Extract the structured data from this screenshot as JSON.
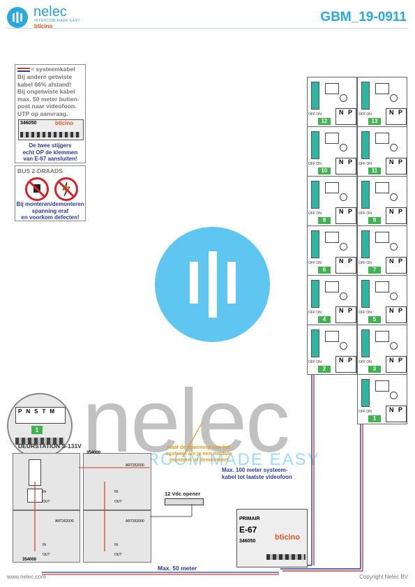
{
  "header": {
    "brand": "nelec",
    "tagline": "INTERCOM MADE EASY",
    "partner": "bticino",
    "doc_number": "GBM_19-0911"
  },
  "notes": {
    "cable_legend": "= systeemkabel",
    "cable_lines": [
      "Bij andere getwiste",
      "kabel 66% afstand!",
      "Bij ongetwiste kabel",
      "max. 50 meter buiten-",
      "post naar videofoon.",
      "UTP op aanvraag."
    ],
    "module_code": "346050",
    "module_brand": "bticino",
    "riser_lines": [
      "De twee stijgers",
      "echt OP de klemmen",
      "van E-67 aansluiten!"
    ],
    "bus_title": "BUS 2-DRAADS",
    "warning_lines": [
      "Bij monteren/demonteren",
      "spanning eraf",
      "en voorkom defecten!"
    ]
  },
  "door_station": {
    "title": "DEURSTATION S-131V",
    "warning_lines": [
      "Haal de spanning van het",
      "systeem als je een module",
      "monteert of demonteert"
    ],
    "terminal_labels": [
      "P",
      "N",
      "S",
      "T",
      "M"
    ],
    "code_top": "354000",
    "code_bottom": "354000",
    "module_codes": [
      "ART352000",
      "ART352000",
      "ART352000",
      "ART352000"
    ],
    "port_in": "IN",
    "port_out": "OUT",
    "badge": "1"
  },
  "opener": "12 Vdc opener",
  "riser_text": [
    "Max. 100 meter systeem-",
    "kabel tot laatste videofoon"
  ],
  "max50": "Max. 50 meter",
  "power_supply": {
    "label": "PRIMAIR",
    "model": "E-67",
    "code": "346050",
    "brand": "bticino"
  },
  "monitors": {
    "off_on": "OFF ON",
    "n_label": "N",
    "p_label": "P",
    "numbers": [
      "12",
      "13",
      "10",
      "11",
      "8",
      "9",
      "6",
      "7",
      "4",
      "5",
      "2",
      "3",
      "1"
    ]
  },
  "footer": {
    "website": "www.nelec.com",
    "copyright": "Copyright Nelec BV"
  },
  "colors": {
    "accent": "#2aa9e0",
    "cable_red": "#d43a2f",
    "cable_blue": "#2b3a9a",
    "warning_orange": "#e89a1a"
  }
}
